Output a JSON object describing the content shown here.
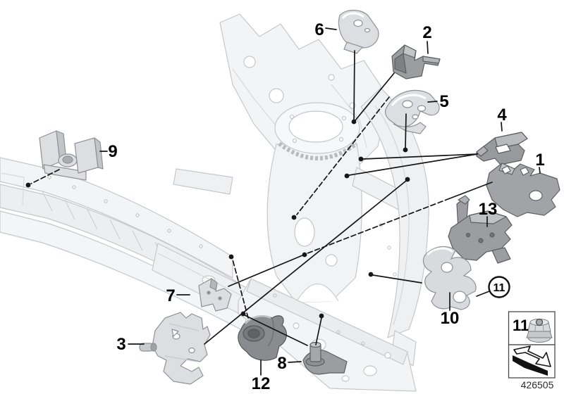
{
  "callouts": {
    "c1": {
      "label": "1"
    },
    "c2": {
      "label": "2"
    },
    "c3": {
      "label": "3"
    },
    "c4": {
      "label": "4"
    },
    "c5": {
      "label": "5"
    },
    "c6": {
      "label": "6"
    },
    "c7": {
      "label": "7"
    },
    "c8": {
      "label": "8"
    },
    "c9": {
      "label": "9"
    },
    "c10": {
      "label": "10"
    },
    "c11": {
      "label": "11"
    },
    "c12": {
      "label": "12"
    },
    "c13": {
      "label": "13"
    }
  },
  "legend": {
    "item_label": "11",
    "icons": [
      "flange-nut-icon",
      "direction-arrow-icon"
    ]
  },
  "footer": {
    "part_number": "426505"
  },
  "colors": {
    "leader_line": "#161616",
    "body_fill": "#f3f4f6",
    "body_stroke": "#c5c8cb",
    "part_dark": "#9a9ca0",
    "part_light": "#dcdee1"
  }
}
